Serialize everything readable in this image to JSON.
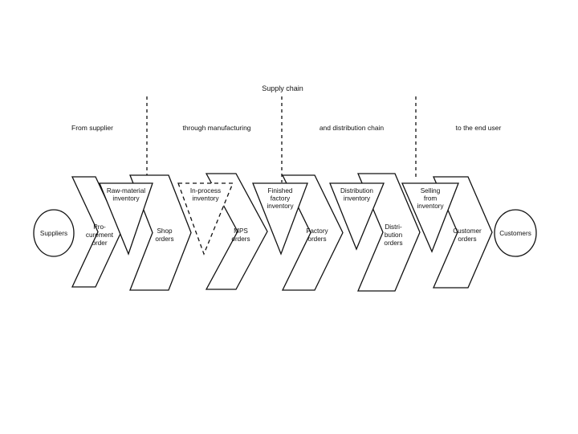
{
  "title": "Supply chain",
  "stages": [
    {
      "label": "From supplier"
    },
    {
      "label": "through manufacturing"
    },
    {
      "label": "and distribution chain"
    },
    {
      "label": "to the end user"
    }
  ],
  "endpoints": {
    "start": "Suppliers",
    "end": "Customers"
  },
  "orders": [
    {
      "lines": [
        "Pro-",
        "curement",
        "order"
      ]
    },
    {
      "lines": [
        "Shop",
        "orders"
      ]
    },
    {
      "lines": [
        "MPS",
        "orders"
      ]
    },
    {
      "lines": [
        "Factory",
        "orders"
      ]
    },
    {
      "lines": [
        "Distri-",
        "bution",
        "orders"
      ]
    },
    {
      "lines": [
        "Customer",
        "orders"
      ]
    }
  ],
  "inventories": [
    {
      "lines": [
        "Raw-material",
        "inventory"
      ],
      "dashed": false
    },
    {
      "lines": [
        "In-process",
        "inventory"
      ],
      "dashed": true
    },
    {
      "lines": [
        "Finished",
        "factory",
        "inventory"
      ],
      "dashed": false
    },
    {
      "lines": [
        "Distribution",
        "inventory"
      ],
      "dashed": false
    },
    {
      "lines": [
        "Selling",
        "from",
        "inventory"
      ],
      "dashed": false
    }
  ]
}
